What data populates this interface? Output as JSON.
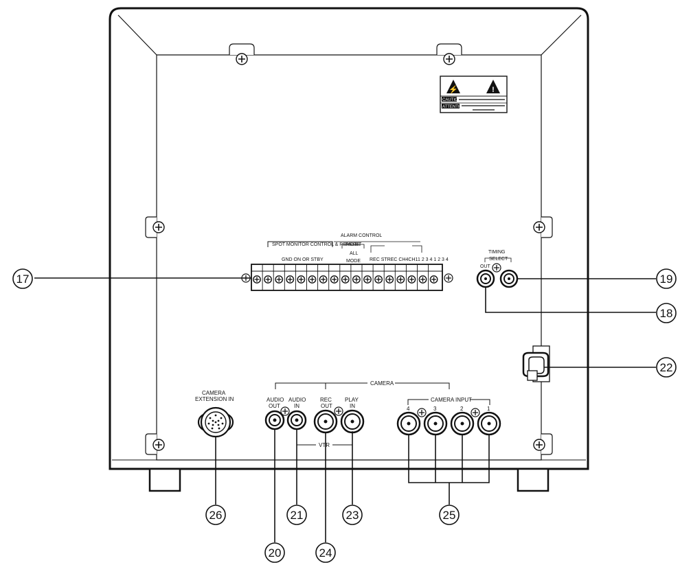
{
  "panel_labels": {
    "spot_monitor": "SPOT MONITOR CONTROL & REMOTE",
    "alarm_control": "ALARM CONTROL",
    "reset": "RESET",
    "all": "ALL",
    "mode": "MODE",
    "gnd_row": "GND ON OR STBY",
    "rec_row": "REC STREC CH4CH1",
    "ch_row": "1 2 3 4 1 2 3 4",
    "timing": "TIMING",
    "select": "SELECT",
    "out": "OUT",
    "camera_extension": "CAMERA",
    "extension_in": "EXTENSION IN",
    "camera_group": "CAMERA",
    "audio_out_1": "AUDIO",
    "audio_out_2": "OUT",
    "audio_in_1": "AUDIO",
    "audio_in_2": "IN",
    "rec_out_1": "REC",
    "rec_out_2": "OUT",
    "play_in_1": "PLAY",
    "play_in_2": "IN",
    "vtr": "VTR",
    "camera_input": "CAMERA INPUT",
    "ch4": "4",
    "ch3": "3",
    "ch2": "2",
    "ch1": "1",
    "caution": "CAUTION",
    "attention": "ATTENTION"
  },
  "callouts": {
    "c17": "17",
    "c18": "18",
    "c19": "19",
    "c20": "20",
    "c21": "21",
    "c22": "22",
    "c23": "23",
    "c24": "24",
    "c25": "25",
    "c26": "26"
  }
}
